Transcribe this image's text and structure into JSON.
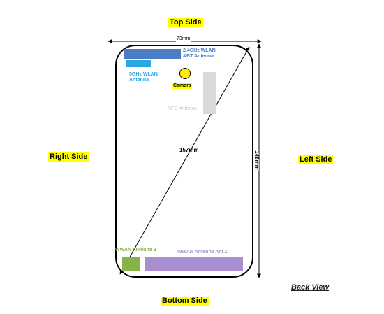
{
  "sides": {
    "top": "Top Side",
    "bottom": "Bottom Side",
    "right": "Right Side",
    "left": "Left Side"
  },
  "dimensions": {
    "width": "73mm",
    "height": "148mm",
    "diagonal": "157mm"
  },
  "components": {
    "wlan_bt": {
      "label": "2.4GHz WLAN\n&BT Antenna",
      "color": "#4a7ec4"
    },
    "wlan_5g": {
      "label": "5GHz WLAN\nAntenna",
      "color": "#2aa8e4"
    },
    "camera": {
      "label": "Camera",
      "color": "#ffee00"
    },
    "nfc": {
      "label": "NFC Antenna",
      "color": "#d9d9d9"
    },
    "wwan2": {
      "label": "WWAN Antenna 2",
      "color": "#86b44a"
    },
    "wwan1": {
      "label": "WWAN Antenna Ant.1",
      "color": "#a98fd0"
    }
  },
  "view_label": "Back View"
}
